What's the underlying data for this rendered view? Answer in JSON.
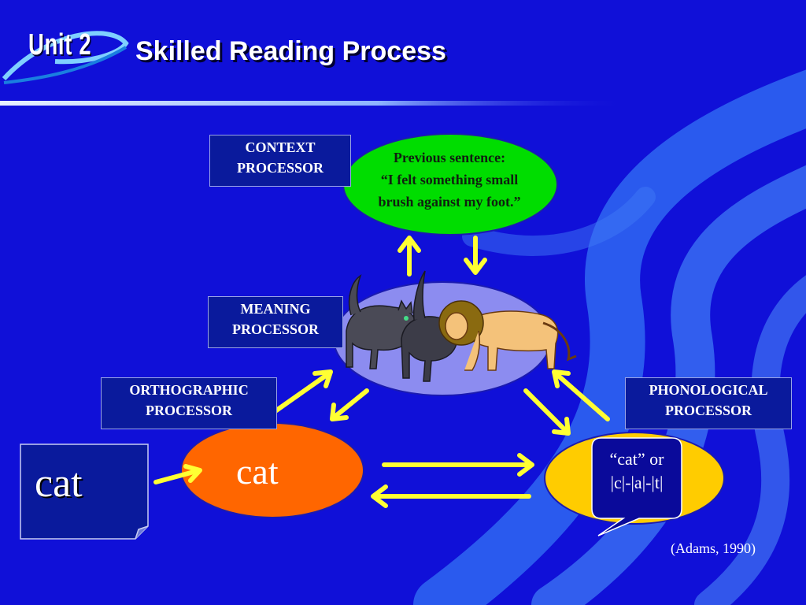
{
  "header": {
    "unit_label": "Unit 2",
    "title": "Skilled Reading Process"
  },
  "processors": {
    "context": [
      "CONTEXT",
      "PROCESSOR"
    ],
    "meaning": [
      "MEANING",
      "PROCESSOR"
    ],
    "orthographic": [
      "ORTHOGRAPHIC",
      "PROCESSOR"
    ],
    "phonological": [
      "PHONOLOGICAL",
      "PROCESSOR"
    ]
  },
  "context_bubble": {
    "heading": "Previous sentence:",
    "quote_line1": "“I felt something small",
    "quote_line2": "brush against my foot.”"
  },
  "stimulus_word": "cat",
  "orthographic_word": "cat",
  "phonological_bubble": {
    "line1": "“cat” or",
    "line2": "|c|-|a|-|t|"
  },
  "citation": "(Adams, 1990)",
  "colors": {
    "background": "#1010d8",
    "context_oval": "#00dd00",
    "meaning_oval": "#8c8cf0",
    "orthographic_oval": "#ff6600",
    "phonological_oval": "#ffcc00",
    "arrow": "#ffff33"
  }
}
